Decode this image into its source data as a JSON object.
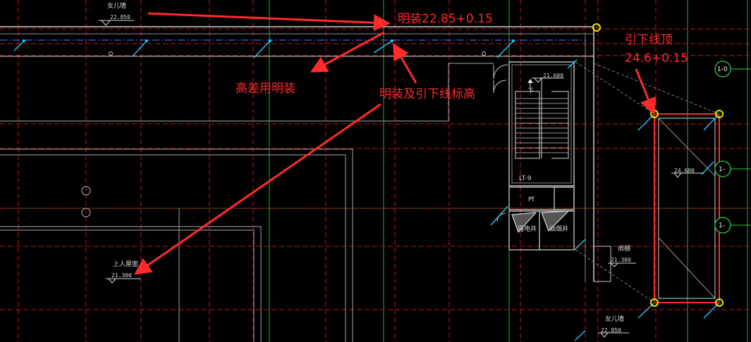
{
  "colors": {
    "background": "#000000",
    "grid_red": "#c81414",
    "grid_green": "#1fae3a",
    "wall_gray": "#9a9a9a",
    "white_line": "#e6e6e6",
    "annotation_red": "#ff2b2b",
    "marker_cyan": "#22c8ff",
    "marker_yellow": "#e8e800",
    "ring_green": "#2ecc4a"
  },
  "annotations": {
    "top_install": "明装22.85+0.15",
    "height_diff": "高差用明装",
    "install_and_downlead": "明装及引下线标高",
    "downlead_top_line1": "引下线顶",
    "downlead_top_line2": "24.6+0.15"
  },
  "labels": {
    "parapet_top_name": "女儿墙",
    "parapet_top_elev": "22.850",
    "stair_elev": "21.600",
    "stair_down": "下",
    "lift_id": "LT-9",
    "pf": "Pf",
    "elec_shaft": "强电井",
    "oil_shaft": "油烟井",
    "roof_name": "上人屋面",
    "roof_elev": "21.300",
    "tower_elev": "24.600",
    "canopy_name": "雨棚",
    "canopy_elev": "21.300",
    "parapet_bottom_name": "女儿墙",
    "parapet_bottom_elev": "22.850"
  },
  "axes": {
    "axis_top": "1-0",
    "axis_mid": "1-",
    "axis_low": "1-"
  },
  "icons": {
    "downlead_marker": "yellow-ring-marker",
    "elevation_symbol": "elevation-triangle-icon",
    "axis_bubble": "axis-circle-icon"
  }
}
